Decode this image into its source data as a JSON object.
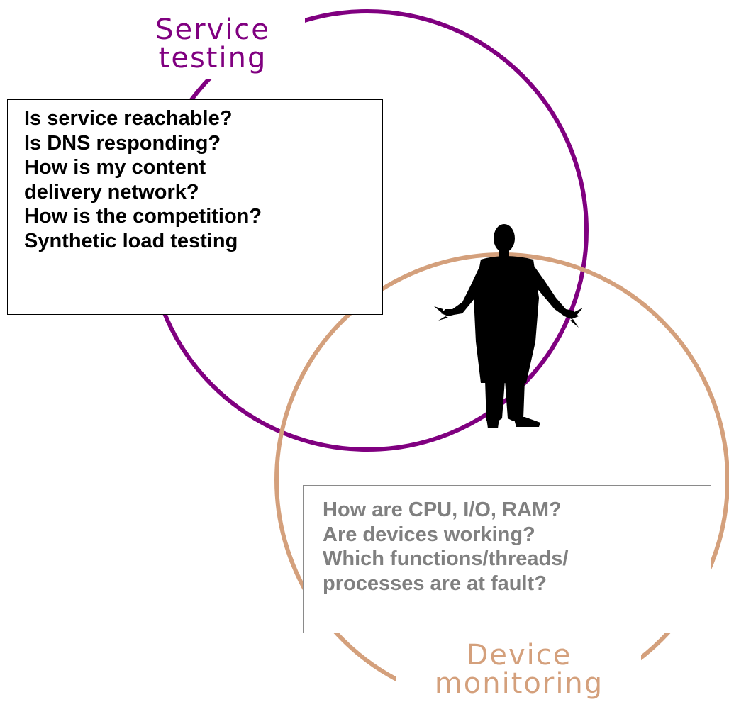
{
  "colors": {
    "service": "#800080",
    "device": "#d4a07c",
    "service_text": "#000000",
    "device_text": "#808080",
    "figure": "#000000"
  },
  "service_testing": {
    "label": [
      "Service",
      "testing"
    ],
    "questions": [
      "Is service reachable?",
      "Is DNS responding?",
      "How is my content",
      "delivery network?",
      "How is the competition?",
      "Synthetic load testing"
    ]
  },
  "device_monitoring": {
    "label": [
      "Device",
      "monitoring"
    ],
    "questions": [
      "How are CPU, I/O, RAM?",
      "Are devices working?",
      "Which functions/threads/",
      "processes are at fault?"
    ]
  },
  "figure": {
    "icon": "person-shrugging-icon"
  }
}
